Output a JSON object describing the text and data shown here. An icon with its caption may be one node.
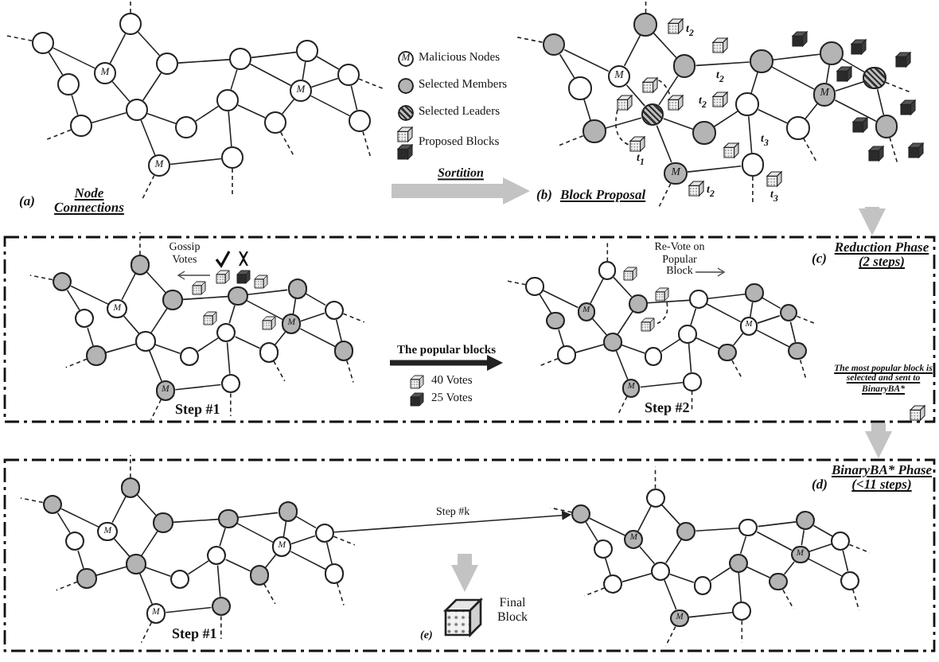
{
  "diagram": {
    "nodes": [
      {
        "text": [
          "(a)",
          "Node Connections"
        ]
      },
      {
        "text": [],
        "shape": "circle",
        "in": 0
      },
      {
        "text": [],
        "shape": "circle",
        "in": 0
      },
      {
        "text": [
          "M"
        ],
        "in": 0
      },
      {
        "text": [],
        "shape": "circle",
        "in": 0
      },
      {
        "text": [],
        "shape": "circle",
        "in": 0
      },
      {
        "text": [],
        "shape": "circle",
        "in": 0
      },
      {
        "text": [],
        "shape": "circle",
        "in": 0
      },
      {
        "text": [],
        "shape": "circle",
        "in": 0
      },
      {
        "text": [
          "M"
        ],
        "in": 0
      },
      {
        "text": [],
        "shape": "circle",
        "in": 0
      },
      {
        "text": [],
        "shape": "circle",
        "in": 0
      },
      {
        "text": [],
        "shape": "circle",
        "in": 0
      },
      {
        "text": [],
        "shape": "circle",
        "in": 0
      },
      {
        "text": [],
        "shape": "circle",
        "in": 0
      },
      {
        "text": [
          "M"
        ],
        "in": 0
      },
      {
        "text": [],
        "shape": "circle",
        "in": 0
      },
      {
        "text": [],
        "shape": "circle",
        "in": 0
      },
      {
        "text": [
          "(b)",
          "Block Proposal"
        ]
      },
      {
        "text": [],
        "shape": "circle",
        "in": 18
      },
      {
        "text": [],
        "shape": "circle",
        "in": 18
      },
      {
        "text": [
          "M"
        ],
        "in": 18
      },
      {
        "text": [],
        "shape": "circle",
        "in": 18
      },
      {
        "text": [],
        "shape": "circle",
        "in": 18
      },
      {
        "text": [],
        "shape": "circle",
        "in": 18
      },
      {
        "text": [],
        "shape": "circle",
        "in": 18
      },
      {
        "text": [],
        "shape": "circle",
        "in": 18
      },
      {
        "text": [
          "M"
        ],
        "in": 18
      },
      {
        "text": [],
        "shape": "circle",
        "in": 18
      },
      {
        "text": [],
        "shape": "circle",
        "in": 18
      },
      {
        "text": [],
        "shape": "circle",
        "in": 18
      },
      {
        "text": [],
        "shape": "circle",
        "in": 18
      },
      {
        "text": [],
        "shape": "circle",
        "in": 18
      },
      {
        "text": [
          "M"
        ],
        "in": 18
      },
      {
        "text": [],
        "shape": "circle",
        "in": 18
      },
      {
        "text": [],
        "shape": "circle",
        "in": 18
      },
      {
        "text": [
          "(c)",
          "Reduction Phase (2 steps)"
        ]
      },
      {
        "text": [
          "Step #1"
        ],
        "in": 36
      },
      {
        "text": [],
        "shape": "circle",
        "in": 37
      },
      {
        "text": [],
        "shape": "circle",
        "in": 37
      },
      {
        "text": [
          "M"
        ],
        "in": 37
      },
      {
        "text": [],
        "shape": "circle",
        "in": 37
      },
      {
        "text": [],
        "shape": "circle",
        "in": 37
      },
      {
        "text": [],
        "shape": "circle",
        "in": 37
      },
      {
        "text": [],
        "shape": "circle",
        "in": 37
      },
      {
        "text": [],
        "shape": "circle",
        "in": 37
      },
      {
        "text": [
          "M"
        ],
        "in": 37
      },
      {
        "text": [],
        "shape": "circle",
        "in": 37
      },
      {
        "text": [],
        "shape": "circle",
        "in": 37
      },
      {
        "text": [],
        "shape": "circle",
        "in": 37
      },
      {
        "text": [],
        "shape": "circle",
        "in": 37
      },
      {
        "text": [],
        "shape": "circle",
        "in": 37
      },
      {
        "text": [
          "M"
        ],
        "in": 37
      },
      {
        "text": [],
        "shape": "circle",
        "in": 37
      },
      {
        "text": [],
        "shape": "circle",
        "in": 37
      },
      {
        "text": [
          "Step #2"
        ],
        "in": 36
      },
      {
        "text": [],
        "shape": "circle",
        "in": 55
      },
      {
        "text": [],
        "shape": "circle",
        "in": 55
      },
      {
        "text": [
          "M"
        ],
        "in": 55
      },
      {
        "text": [],
        "shape": "circle",
        "in": 55
      },
      {
        "text": [],
        "shape": "circle",
        "in": 55
      },
      {
        "text": [],
        "shape": "circle",
        "in": 55
      },
      {
        "text": [],
        "shape": "circle",
        "in": 55
      },
      {
        "text": [],
        "shape": "circle",
        "in": 55
      },
      {
        "text": [
          "M"
        ],
        "in": 55
      },
      {
        "text": [],
        "shape": "circle",
        "in": 55
      },
      {
        "text": [],
        "shape": "circle",
        "in": 55
      },
      {
        "text": [],
        "shape": "circle",
        "in": 55
      },
      {
        "text": [],
        "shape": "circle",
        "in": 55
      },
      {
        "text": [],
        "shape": "circle",
        "in": 55
      },
      {
        "text": [
          "M"
        ],
        "in": 55
      },
      {
        "text": [],
        "shape": "circle",
        "in": 55
      },
      {
        "text": [],
        "shape": "circle",
        "in": 55
      },
      {
        "text": [
          "(d)",
          "BinaryBA* Phase (<11 steps)"
        ]
      },
      {
        "text": [
          "Step #1"
        ],
        "in": 73
      },
      {
        "text": [],
        "shape": "circle",
        "in": 74
      },
      {
        "text": [],
        "shape": "circle",
        "in": 74
      },
      {
        "text": [
          "M"
        ],
        "in": 74
      },
      {
        "text": [],
        "shape": "circle",
        "in": 74
      },
      {
        "text": [],
        "shape": "circle",
        "in": 74
      },
      {
        "text": [],
        "shape": "circle",
        "in": 74
      },
      {
        "text": [],
        "shape": "circle",
        "in": 74
      },
      {
        "text": [],
        "shape": "circle",
        "in": 74
      },
      {
        "text": [
          "M"
        ],
        "in": 74
      },
      {
        "text": [],
        "shape": "circle",
        "in": 74
      },
      {
        "text": [],
        "shape": "circle",
        "in": 74
      },
      {
        "text": [],
        "shape": "circle",
        "in": 74
      },
      {
        "text": [],
        "shape": "circle",
        "in": 74
      },
      {
        "text": [],
        "shape": "circle",
        "in": 74
      },
      {
        "text": [
          "M"
        ],
        "in": 74
      },
      {
        "text": [],
        "shape": "circle",
        "in": 74
      },
      {
        "text": [],
        "shape": "circle",
        "in": 74
      },
      {
        "text": [],
        "shape": "circle",
        "in": 73
      },
      {
        "text": [],
        "shape": "circle",
        "in": 73
      },
      {
        "text": [
          "M"
        ],
        "in": 73
      },
      {
        "text": [],
        "shape": "circle",
        "in": 73
      },
      {
        "text": [],
        "shape": "circle",
        "in": 73
      },
      {
        "text": [],
        "shape": "circle",
        "in": 73
      },
      {
        "text": [],
        "shape": "circle",
        "in": 73
      },
      {
        "text": [],
        "shape": "circle",
        "in": 73
      },
      {
        "text": [
          "M"
        ],
        "in": 73
      },
      {
        "text": [],
        "shape": "circle",
        "in": 73
      },
      {
        "text": [],
        "shape": "circle",
        "in": 73
      },
      {
        "text": [],
        "shape": "circle",
        "in": 73
      },
      {
        "text": [],
        "shape": "circle",
        "in": 73
      },
      {
        "text": [],
        "shape": "circle",
        "in": 73
      },
      {
        "text": [
          "M"
        ],
        "in": 73
      },
      {
        "text": [],
        "shape": "circle",
        "in": 73
      },
      {
        "text": [],
        "shape": "circle",
        "in": 73
      },
      {
        "text": [
          "(e)",
          "Final Block"
        ],
        "in": 73
      }
    ],
    "edges": [
      {
        "from": 1,
        "to": 3,
        "arrow": "none"
      },
      {
        "from": 1,
        "to": 4,
        "arrow": "none"
      },
      {
        "from": 4,
        "to": 7,
        "arrow": "none"
      },
      {
        "from": 3,
        "to": 2,
        "arrow": "none"
      },
      {
        "from": 3,
        "to": 6,
        "arrow": "none"
      },
      {
        "from": 2,
        "to": 5,
        "arrow": "none"
      },
      {
        "from": 5,
        "to": 6,
        "arrow": "none"
      },
      {
        "from": 7,
        "to": 6,
        "arrow": "none"
      },
      {
        "from": 6,
        "to": 8,
        "arrow": "none"
      },
      {
        "from": 6,
        "to": 9,
        "arrow": "none"
      },
      {
        "from": 9,
        "to": 12,
        "arrow": "none"
      },
      {
        "from": 8,
        "to": 11,
        "arrow": "none"
      },
      {
        "from": 11,
        "to": 10,
        "arrow": "none"
      },
      {
        "from": 11,
        "to": 12,
        "arrow": "none"
      },
      {
        "from": 10,
        "to": 5,
        "arrow": "none"
      },
      {
        "from": 10,
        "to": 14,
        "arrow": "none"
      },
      {
        "from": 10,
        "to": 15,
        "arrow": "none"
      },
      {
        "from": 11,
        "to": 13,
        "arrow": "none"
      },
      {
        "from": 13,
        "to": 15,
        "arrow": "none"
      },
      {
        "from": 14,
        "to": 15,
        "arrow": "none"
      },
      {
        "from": 14,
        "to": 16,
        "arrow": "none"
      },
      {
        "from": 15,
        "to": 17,
        "arrow": "none"
      },
      {
        "from": 16,
        "to": 17,
        "arrow": "none"
      },
      {
        "from": 15,
        "to": 16,
        "arrow": "none"
      },
      {
        "from": 1,
        "to": null,
        "arrow": "none",
        "style": "dashed"
      },
      {
        "from": 2,
        "to": null,
        "arrow": "none",
        "style": "dashed"
      },
      {
        "from": 7,
        "to": null,
        "arrow": "none",
        "style": "dashed"
      },
      {
        "from": 9,
        "to": null,
        "arrow": "none",
        "style": "dashed"
      },
      {
        "from": 12,
        "to": null,
        "arrow": "none",
        "style": "dashed"
      },
      {
        "from": 13,
        "to": null,
        "arrow": "none",
        "style": "dashed"
      },
      {
        "from": 16,
        "to": null,
        "arrow": "none",
        "style": "dashed"
      },
      {
        "from": 17,
        "to": null,
        "arrow": "none",
        "style": "dashed"
      },
      {
        "from": 19,
        "to": 21,
        "arrow": "none"
      },
      {
        "from": 19,
        "to": 22,
        "arrow": "none"
      },
      {
        "from": 22,
        "to": 25,
        "arrow": "none"
      },
      {
        "from": 21,
        "to": 20,
        "arrow": "none"
      },
      {
        "from": 21,
        "to": 24,
        "arrow": "none"
      },
      {
        "from": 20,
        "to": 23,
        "arrow": "none"
      },
      {
        "from": 23,
        "to": 24,
        "arrow": "none"
      },
      {
        "from": 25,
        "to": 24,
        "arrow": "none"
      },
      {
        "from": 24,
        "to": 26,
        "arrow": "none"
      },
      {
        "from": 24,
        "to": 27,
        "arrow": "none"
      },
      {
        "from": 27,
        "to": 30,
        "arrow": "none"
      },
      {
        "from": 26,
        "to": 29,
        "arrow": "none"
      },
      {
        "from": 29,
        "to": 28,
        "arrow": "none"
      },
      {
        "from": 29,
        "to": 30,
        "arrow": "none"
      },
      {
        "from": 28,
        "to": 23,
        "arrow": "none"
      },
      {
        "from": 28,
        "to": 32,
        "arrow": "none"
      },
      {
        "from": 28,
        "to": 33,
        "arrow": "none"
      },
      {
        "from": 29,
        "to": 31,
        "arrow": "none"
      },
      {
        "from": 31,
        "to": 33,
        "arrow": "none"
      },
      {
        "from": 32,
        "to": 33,
        "arrow": "none"
      },
      {
        "from": 32,
        "to": 34,
        "arrow": "none"
      },
      {
        "from": 33,
        "to": 35,
        "arrow": "none"
      },
      {
        "from": 34,
        "to": 35,
        "arrow": "none"
      },
      {
        "from": 33,
        "to": 34,
        "arrow": "none"
      },
      {
        "from": 19,
        "to": null,
        "arrow": "none",
        "style": "dashed"
      },
      {
        "from": 20,
        "to": null,
        "arrow": "none",
        "style": "dashed"
      },
      {
        "from": 25,
        "to": null,
        "arrow": "none",
        "style": "dashed"
      },
      {
        "from": 27,
        "to": null,
        "arrow": "none",
        "style": "dashed"
      },
      {
        "from": 30,
        "to": null,
        "arrow": "none",
        "style": "dashed"
      },
      {
        "from": 31,
        "to": null,
        "arrow": "none",
        "style": "dashed"
      },
      {
        "from": 34,
        "to": null,
        "arrow": "none",
        "style": "dashed"
      },
      {
        "from": 35,
        "to": null,
        "arrow": "none",
        "style": "dashed"
      },
      {
        "from": 38,
        "to": 40,
        "arrow": "none"
      },
      {
        "from": 38,
        "to": 41,
        "arrow": "none"
      },
      {
        "from": 41,
        "to": 44,
        "arrow": "none"
      },
      {
        "from": 40,
        "to": 39,
        "arrow": "none"
      },
      {
        "from": 40,
        "to": 43,
        "arrow": "none"
      },
      {
        "from": 39,
        "to": 42,
        "arrow": "none"
      },
      {
        "from": 42,
        "to": 43,
        "arrow": "none"
      },
      {
        "from": 44,
        "to": 43,
        "arrow": "none"
      },
      {
        "from": 43,
        "to": 45,
        "arrow": "none"
      },
      {
        "from": 43,
        "to": 46,
        "arrow": "none"
      },
      {
        "from": 46,
        "to": 49,
        "arrow": "none"
      },
      {
        "from": 45,
        "to": 48,
        "arrow": "none"
      },
      {
        "from": 48,
        "to": 47,
        "arrow": "none"
      },
      {
        "from": 48,
        "to": 49,
        "arrow": "none"
      },
      {
        "from": 47,
        "to": 42,
        "arrow": "none"
      },
      {
        "from": 47,
        "to": 51,
        "arrow": "none"
      },
      {
        "from": 47,
        "to": 52,
        "arrow": "none"
      },
      {
        "from": 48,
        "to": 50,
        "arrow": "none"
      },
      {
        "from": 50,
        "to": 52,
        "arrow": "none"
      },
      {
        "from": 51,
        "to": 52,
        "arrow": "none"
      },
      {
        "from": 51,
        "to": 53,
        "arrow": "none"
      },
      {
        "from": 52,
        "to": 54,
        "arrow": "none"
      },
      {
        "from": 53,
        "to": 54,
        "arrow": "none"
      },
      {
        "from": 52,
        "to": 53,
        "arrow": "none"
      },
      {
        "from": 38,
        "to": null,
        "arrow": "none",
        "style": "dashed"
      },
      {
        "from": 39,
        "to": null,
        "arrow": "none",
        "style": "dashed"
      },
      {
        "from": 44,
        "to": null,
        "arrow": "none",
        "style": "dashed"
      },
      {
        "from": 46,
        "to": null,
        "arrow": "none",
        "style": "dashed"
      },
      {
        "from": 49,
        "to": null,
        "arrow": "none",
        "style": "dashed"
      },
      {
        "from": 50,
        "to": null,
        "arrow": "none",
        "style": "dashed"
      },
      {
        "from": 53,
        "to": null,
        "arrow": "none",
        "style": "dashed"
      },
      {
        "from": 54,
        "to": null,
        "arrow": "none",
        "style": "dashed"
      },
      {
        "from": 56,
        "to": 58,
        "arrow": "none"
      },
      {
        "from": 56,
        "to": 59,
        "arrow": "none"
      },
      {
        "from": 59,
        "to": 62,
        "arrow": "none"
      },
      {
        "from": 58,
        "to": 57,
        "arrow": "none"
      },
      {
        "from": 58,
        "to": 61,
        "arrow": "none"
      },
      {
        "from": 57,
        "to": 60,
        "arrow": "none"
      },
      {
        "from": 60,
        "to": 61,
        "arrow": "none"
      },
      {
        "from": 62,
        "to": 61,
        "arrow": "none"
      },
      {
        "from": 61,
        "to": 63,
        "arrow": "none"
      },
      {
        "from": 61,
        "to": 64,
        "arrow": "none"
      },
      {
        "from": 64,
        "to": 67,
        "arrow": "none"
      },
      {
        "from": 63,
        "to": 66,
        "arrow": "none"
      },
      {
        "from": 66,
        "to": 65,
        "arrow": "none"
      },
      {
        "from": 66,
        "to": 67,
        "arrow": "none"
      },
      {
        "from": 65,
        "to": 60,
        "arrow": "none"
      },
      {
        "from": 65,
        "to": 69,
        "arrow": "none"
      },
      {
        "from": 65,
        "to": 70,
        "arrow": "none"
      },
      {
        "from": 66,
        "to": 68,
        "arrow": "none"
      },
      {
        "from": 68,
        "to": 70,
        "arrow": "none"
      },
      {
        "from": 69,
        "to": 70,
        "arrow": "none"
      },
      {
        "from": 69,
        "to": 71,
        "arrow": "none"
      },
      {
        "from": 70,
        "to": 72,
        "arrow": "none"
      },
      {
        "from": 71,
        "to": 72,
        "arrow": "none"
      },
      {
        "from": 70,
        "to": 71,
        "arrow": "none"
      },
      {
        "from": 56,
        "to": null,
        "arrow": "none",
        "style": "dashed"
      },
      {
        "from": 57,
        "to": null,
        "arrow": "none",
        "style": "dashed"
      },
      {
        "from": 62,
        "to": null,
        "arrow": "none",
        "style": "dashed"
      },
      {
        "from": 64,
        "to": null,
        "arrow": "none",
        "style": "dashed"
      },
      {
        "from": 67,
        "to": null,
        "arrow": "none",
        "style": "dashed"
      },
      {
        "from": 68,
        "to": null,
        "arrow": "none",
        "style": "dashed"
      },
      {
        "from": 71,
        "to": null,
        "arrow": "none",
        "style": "dashed"
      },
      {
        "from": 72,
        "to": null,
        "arrow": "none",
        "style": "dashed"
      },
      {
        "from": 75,
        "to": 77,
        "arrow": "none"
      },
      {
        "from": 75,
        "to": 78,
        "arrow": "none"
      },
      {
        "from": 78,
        "to": 81,
        "arrow": "none"
      },
      {
        "from": 77,
        "to": 76,
        "arrow": "none"
      },
      {
        "from": 77,
        "to": 80,
        "arrow": "none"
      },
      {
        "from": 76,
        "to": 79,
        "arrow": "none"
      },
      {
        "from": 79,
        "to": 80,
        "arrow": "none"
      },
      {
        "from": 81,
        "to": 80,
        "arrow": "none"
      },
      {
        "from": 80,
        "to": 82,
        "arrow": "none"
      },
      {
        "from": 80,
        "to": 83,
        "arrow": "none"
      },
      {
        "from": 83,
        "to": 86,
        "arrow": "none"
      },
      {
        "from": 82,
        "to": 85,
        "arrow": "none"
      },
      {
        "from": 85,
        "to": 84,
        "arrow": "none"
      },
      {
        "from": 85,
        "to": 86,
        "arrow": "none"
      },
      {
        "from": 84,
        "to": 79,
        "arrow": "none"
      },
      {
        "from": 84,
        "to": 88,
        "arrow": "none"
      },
      {
        "from": 84,
        "to": 89,
        "arrow": "none"
      },
      {
        "from": 85,
        "to": 87,
        "arrow": "none"
      },
      {
        "from": 87,
        "to": 89,
        "arrow": "none"
      },
      {
        "from": 88,
        "to": 89,
        "arrow": "none"
      },
      {
        "from": 88,
        "to": 90,
        "arrow": "none"
      },
      {
        "from": 89,
        "to": 91,
        "arrow": "none"
      },
      {
        "from": 90,
        "to": 91,
        "arrow": "none"
      },
      {
        "from": 89,
        "to": 90,
        "arrow": "none"
      },
      {
        "from": 75,
        "to": null,
        "arrow": "none",
        "style": "dashed"
      },
      {
        "from": 76,
        "to": null,
        "arrow": "none",
        "style": "dashed"
      },
      {
        "from": 81,
        "to": null,
        "arrow": "none",
        "style": "dashed"
      },
      {
        "from": 83,
        "to": null,
        "arrow": "none",
        "style": "dashed"
      },
      {
        "from": 86,
        "to": null,
        "arrow": "none",
        "style": "dashed"
      },
      {
        "from": 87,
        "to": null,
        "arrow": "none",
        "style": "dashed"
      },
      {
        "from": 90,
        "to": null,
        "arrow": "none",
        "style": "dashed"
      },
      {
        "from": 91,
        "to": null,
        "arrow": "none",
        "style": "dashed"
      },
      {
        "from": 92,
        "to": 94,
        "arrow": "none"
      },
      {
        "from": 92,
        "to": 95,
        "arrow": "none"
      },
      {
        "from": 95,
        "to": 98,
        "arrow": "none"
      },
      {
        "from": 94,
        "to": 93,
        "arrow": "none"
      },
      {
        "from": 94,
        "to": 97,
        "arrow": "none"
      },
      {
        "from": 93,
        "to": 96,
        "arrow": "none"
      },
      {
        "from": 96,
        "to": 97,
        "arrow": "none"
      },
      {
        "from": 98,
        "to": 97,
        "arrow": "none"
      },
      {
        "from": 97,
        "to": 99,
        "arrow": "none"
      },
      {
        "from": 97,
        "to": 100,
        "arrow": "none"
      },
      {
        "from": 100,
        "to": 103,
        "arrow": "none"
      },
      {
        "from": 99,
        "to": 102,
        "arrow": "none"
      },
      {
        "from": 102,
        "to": 101,
        "arrow": "none"
      },
      {
        "from": 102,
        "to": 103,
        "arrow": "none"
      },
      {
        "from": 101,
        "to": 96,
        "arrow": "none"
      },
      {
        "from": 101,
        "to": 105,
        "arrow": "none"
      },
      {
        "from": 101,
        "to": 106,
        "arrow": "none"
      },
      {
        "from": 102,
        "to": 104,
        "arrow": "none"
      },
      {
        "from": 104,
        "to": 106,
        "arrow": "none"
      },
      {
        "from": 105,
        "to": 106,
        "arrow": "none"
      },
      {
        "from": 105,
        "to": 107,
        "arrow": "none"
      },
      {
        "from": 106,
        "to": 108,
        "arrow": "none"
      },
      {
        "from": 107,
        "to": 108,
        "arrow": "none"
      },
      {
        "from": 106,
        "to": 107,
        "arrow": "none"
      },
      {
        "from": 92,
        "to": null,
        "arrow": "none",
        "style": "dashed"
      },
      {
        "from": 93,
        "to": null,
        "arrow": "none",
        "style": "dashed"
      },
      {
        "from": 98,
        "to": null,
        "arrow": "none",
        "style": "dashed"
      },
      {
        "from": 100,
        "to": null,
        "arrow": "none",
        "style": "dashed"
      },
      {
        "from": 103,
        "to": null,
        "arrow": "none",
        "style": "dashed"
      },
      {
        "from": 104,
        "to": null,
        "arrow": "none",
        "style": "dashed"
      },
      {
        "from": 107,
        "to": null,
        "arrow": "none",
        "style": "dashed"
      },
      {
        "from": 108,
        "to": null,
        "arrow": "none",
        "style": "dashed"
      },
      {
        "from": 0,
        "to": 18,
        "arrow": "to",
        "label": "Sortition",
        "style": "thick",
        "color": "#c3c3c3"
      },
      {
        "from": 18,
        "to": 36,
        "arrow": "to",
        "style": "thick",
        "color": "#c3c3c3"
      },
      {
        "from": 37,
        "to": 55,
        "arrow": "to",
        "label": "The popular blocks",
        "style": "thick"
      },
      {
        "from": 36,
        "to": 73,
        "arrow": "to",
        "style": "thick",
        "color": "#c3c3c3"
      },
      {
        "from": 90,
        "to": 92,
        "arrow": "to",
        "label": "Step #k"
      },
      {
        "from": null,
        "to": 109,
        "arrow": "to",
        "style": "thick",
        "color": "#c3c3c3"
      }
    ],
    "labels": [
      "M",
      "t$_{2}$",
      "t$_{2}$",
      "t$_{2}$",
      "t$_{1}$",
      "t$_{3}$",
      "t$_{2}$",
      "t$_{3}$",
      "Gossip Votes",
      "Re-Vote on Popular Block",
      "The most popular block is selected and sent to BinaryBA*"
    ],
    "legend": [
      {
        "text": "Malicious Nodes"
      },
      {
        "text": "Selected Members",
        "color": "#b4b4b4"
      },
      {
        "text": "Selected Leaders"
      },
      {
        "text": "Proposed Blocks"
      },
      {
        "text": "40 Votes"
      },
      {
        "text": "25 Votes"
      }
    ]
  }
}
